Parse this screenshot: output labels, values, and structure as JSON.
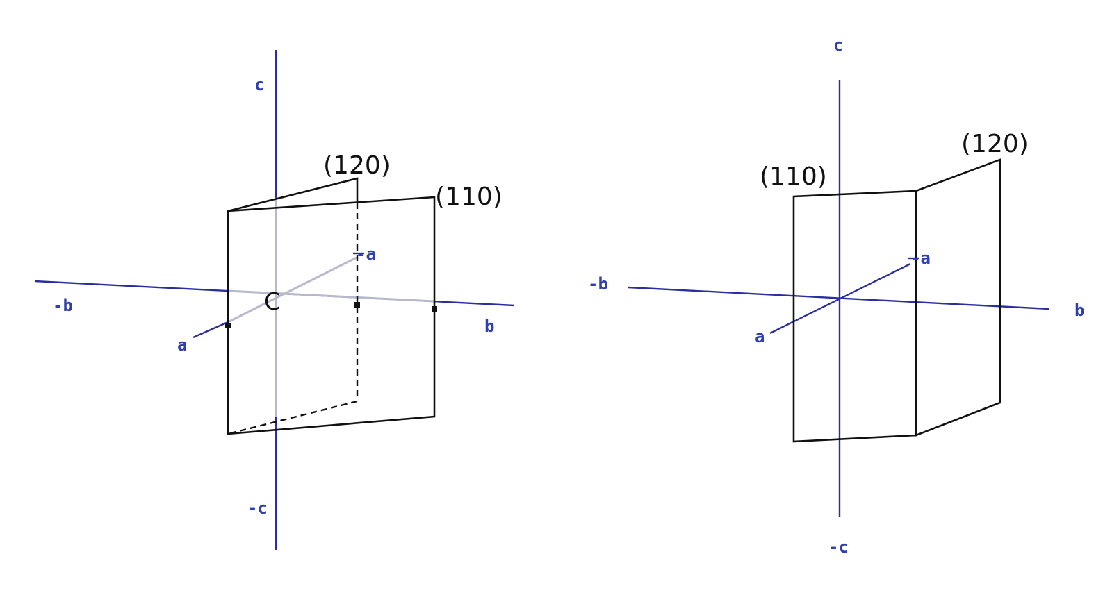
{
  "left_diagram": {
    "axes": {
      "c": "c",
      "neg_c": "-c",
      "b": "b",
      "neg_b": "-b",
      "a": "a",
      "neg_a": "-a"
    },
    "origin_label": "C",
    "planes": {
      "p120": "(120)",
      "p110": "(110)"
    }
  },
  "right_diagram": {
    "axes": {
      "c": "c",
      "neg_c": "-c",
      "b": "b",
      "neg_b": "-b",
      "a": "a",
      "neg_a": "-a"
    },
    "planes": {
      "p110": "(110)",
      "p120": "(120)"
    }
  }
}
